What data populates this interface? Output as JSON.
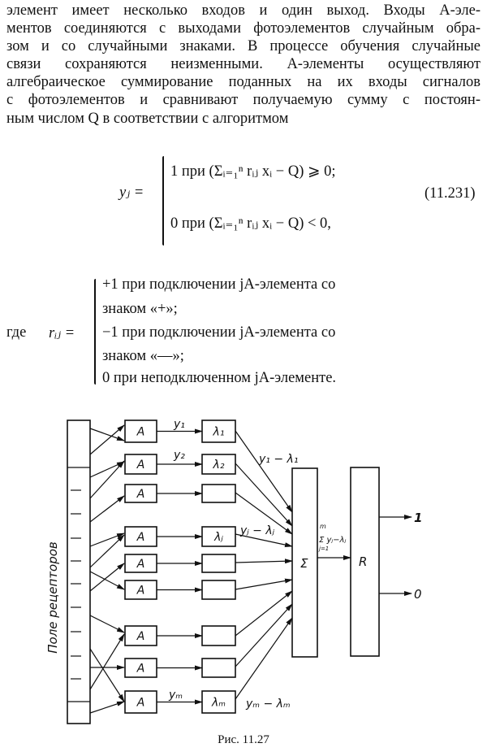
{
  "paragraph_lines": [
    "элемент имеет несколько входов и один выход. Входы A-эле-",
    "ментов соединяются с выходами фотоэлементов случайным обра-",
    "зом и со случайными знаками. В процессе обучения случайные",
    "связи сохраняются неизменными. A-элементы осуществляют",
    "алгебраическое суммирование поданных на их входы сигналов",
    "с фотоэлементов и сравнивают получаемую сумму с постоян-",
    "ным числом Q в соответствии с алгоритмом"
  ],
  "equation": {
    "lhs": "yⱼ =",
    "case1": "1 при (Σᵢ₌₁ⁿ rᵢⱼ xᵢ − Q) ⩾ 0;",
    "case2": "0 при (Σᵢ₌₁ⁿ rᵢⱼ xᵢ − Q) < 0,",
    "number": "(11.231)"
  },
  "where": {
    "word": "где",
    "lhs": "rᵢⱼ =",
    "lines": [
      "+1 при подключении jA-элемента со",
      "знаком «+»;",
      "−1 при подключении jA-элемента со",
      "знаком «—»;",
      "0 при неподключенном jA-элементе."
    ]
  },
  "figure": {
    "receptor_field_label": "Поле рецепторов",
    "a_label": "A",
    "lambda_labels": [
      "λ₁",
      "λ₂",
      "",
      "λⱼ",
      "",
      "",
      "",
      "",
      "λₘ"
    ],
    "y1": "y₁",
    "y2": "y₂",
    "ym": "yₘ",
    "y1_minus_l1": "y₁ − λ₁",
    "yj_minus_lj": "yⱼ − λⱼ",
    "ym_minus_lm": "yₘ − λₘ",
    "sum_top": "m",
    "sum_mid": "Σ yⱼ−λⱼ",
    "sum_bottom": "j=1",
    "sigma_label": "Σ",
    "r_label": "R",
    "out_one": "1",
    "out_zero": "0"
  },
  "caption": "Рис. 11.27"
}
